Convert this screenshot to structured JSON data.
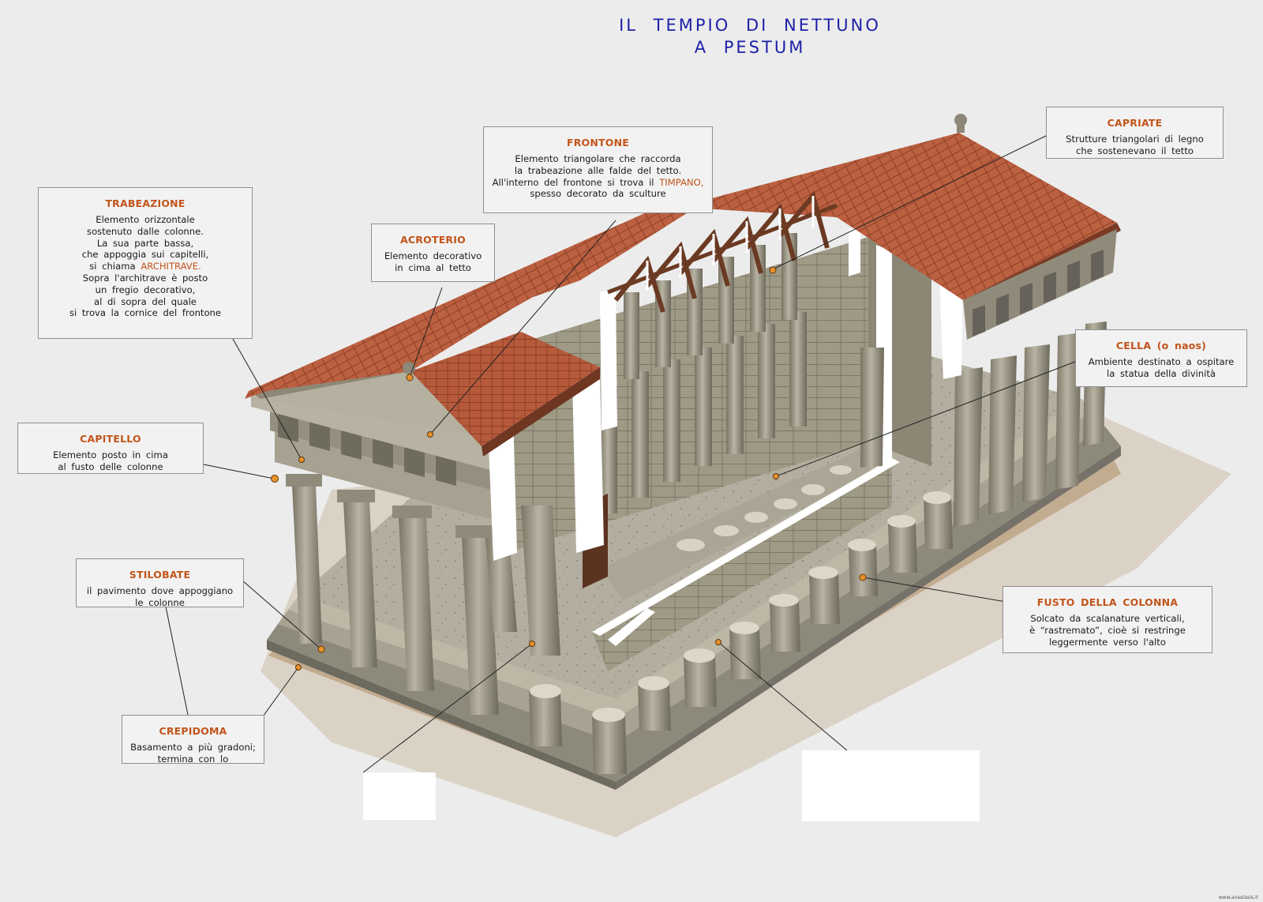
{
  "title": {
    "line1": "IL  TEMPIO  DI  NETTUNO",
    "line2": "A  PESTUM"
  },
  "labels": {
    "capriate": {
      "title": "CAPRIATE",
      "text": "Strutture  triangolari  di  legno\nche  sostenevano  il  tetto"
    },
    "frontone": {
      "title": "FRONTONE",
      "text_pre": "Elemento  triangolare  che  raccorda\nla  trabeazione  alle  falde  del  tetto.\nAll'interno  del  frontone  si  trova  il ",
      "highlight": "TIMPANO,",
      "text_post": "\nspesso  decorato  da  sculture"
    },
    "trabeazione": {
      "title": "TRABEAZIONE",
      "text_pre": "Elemento  orizzontale\nsostenuto  dalle  colonne.\nLa  sua  parte  bassa,\nche  appoggia  sui  capitelli,\nsi  chiama  ",
      "highlight": "ARCHITRAVE.",
      "text_post": "\nSopra  l'architrave  è  posto\nun  fregio  decorativo,\nal  di  sopra  del  quale\nsi  trova  la  cornice  del  frontone"
    },
    "acroterio": {
      "title": "ACROTERIO",
      "text": "Elemento  decorativo\nin  cima  al  tetto"
    },
    "cella": {
      "title": "CELLA  (o  naos)",
      "text": "Ambiente  destinato  a  ospitare\nla  statua  della  divinità"
    },
    "capitello": {
      "title": "CAPITELLO",
      "text": "Elemento  posto  in  cima\nal  fusto  delle  colonne"
    },
    "stilobate": {
      "title": "STILOBATE",
      "text": "il  pavimento  dove  appoggiano\nle  colonne"
    },
    "fusto": {
      "title": "FUSTO   DELLA   COLONNA",
      "text": "Solcato  da  scalanature  verticali,\nè  “rastremato”,  cioè  si  restringe\nleggermente  verso  l'alto"
    },
    "crepidoma": {
      "title": "CREPIDOMA",
      "text": "Basamento  a  più  gradoni;\ntermina  con  lo"
    }
  },
  "footer": "www.anastasis.it",
  "colors": {
    "title": "#1d1fa8",
    "label_title": "#c2541a",
    "roof": "#b5583a",
    "stone": "#a9a493",
    "stone_dark": "#7f7a6b",
    "wood": "#6b3a22",
    "wall_cut": "#ffffff",
    "ground": "#b78a5c",
    "marker": "#e8922a"
  }
}
